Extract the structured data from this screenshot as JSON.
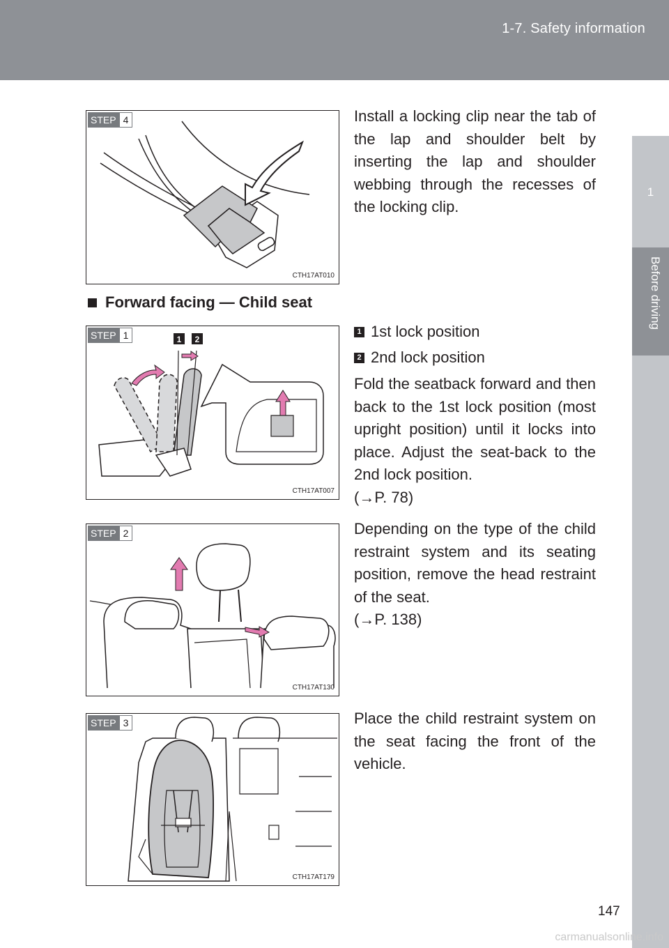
{
  "header": {
    "section_title": "1-7. Safety information"
  },
  "side_tab": {
    "chapter_number": "1",
    "chapter_label": "Before driving"
  },
  "section": {
    "heading": "Forward facing — Child seat"
  },
  "steps": {
    "install_clip": {
      "step_word": "STEP",
      "step_number": "4",
      "figure_code": "CTH17AT010",
      "text": "Install a locking clip near the tab of the lap and shoulder belt by inserting the lap and shoulder webbing through the recesses of the locking clip."
    },
    "fold_seatback": {
      "step_word": "STEP",
      "step_number": "1",
      "figure_code": "CTH17AT007",
      "marker_1": "1",
      "marker_2": "2",
      "lock_1": "1st lock position",
      "lock_2": "2nd lock position",
      "text": "Fold the seatback forward and then back to the 1st lock position (most upright position) until it locks into place. Adjust the seat-back to the 2nd lock position.",
      "ref": "(→P. 78)"
    },
    "remove_head_restraint": {
      "step_word": "STEP",
      "step_number": "2",
      "figure_code": "CTH17AT130",
      "text": "Depending on the type of the child restraint system and its seating position, remove the head restraint of the seat.",
      "ref": "(→P. 138)"
    },
    "place_child_restraint": {
      "step_word": "STEP",
      "step_number": "3",
      "figure_code": "CTH17AT179",
      "text": "Place the child restraint system on the seat facing the front of the vehicle."
    }
  },
  "footer": {
    "page_number": "147",
    "watermark": "carmanualsonline.info"
  },
  "colors": {
    "header_gray": "#8e9196",
    "tab_light_gray": "#c2c5c9",
    "arrow_pink": "#e27bb0",
    "text": "#231f20"
  }
}
